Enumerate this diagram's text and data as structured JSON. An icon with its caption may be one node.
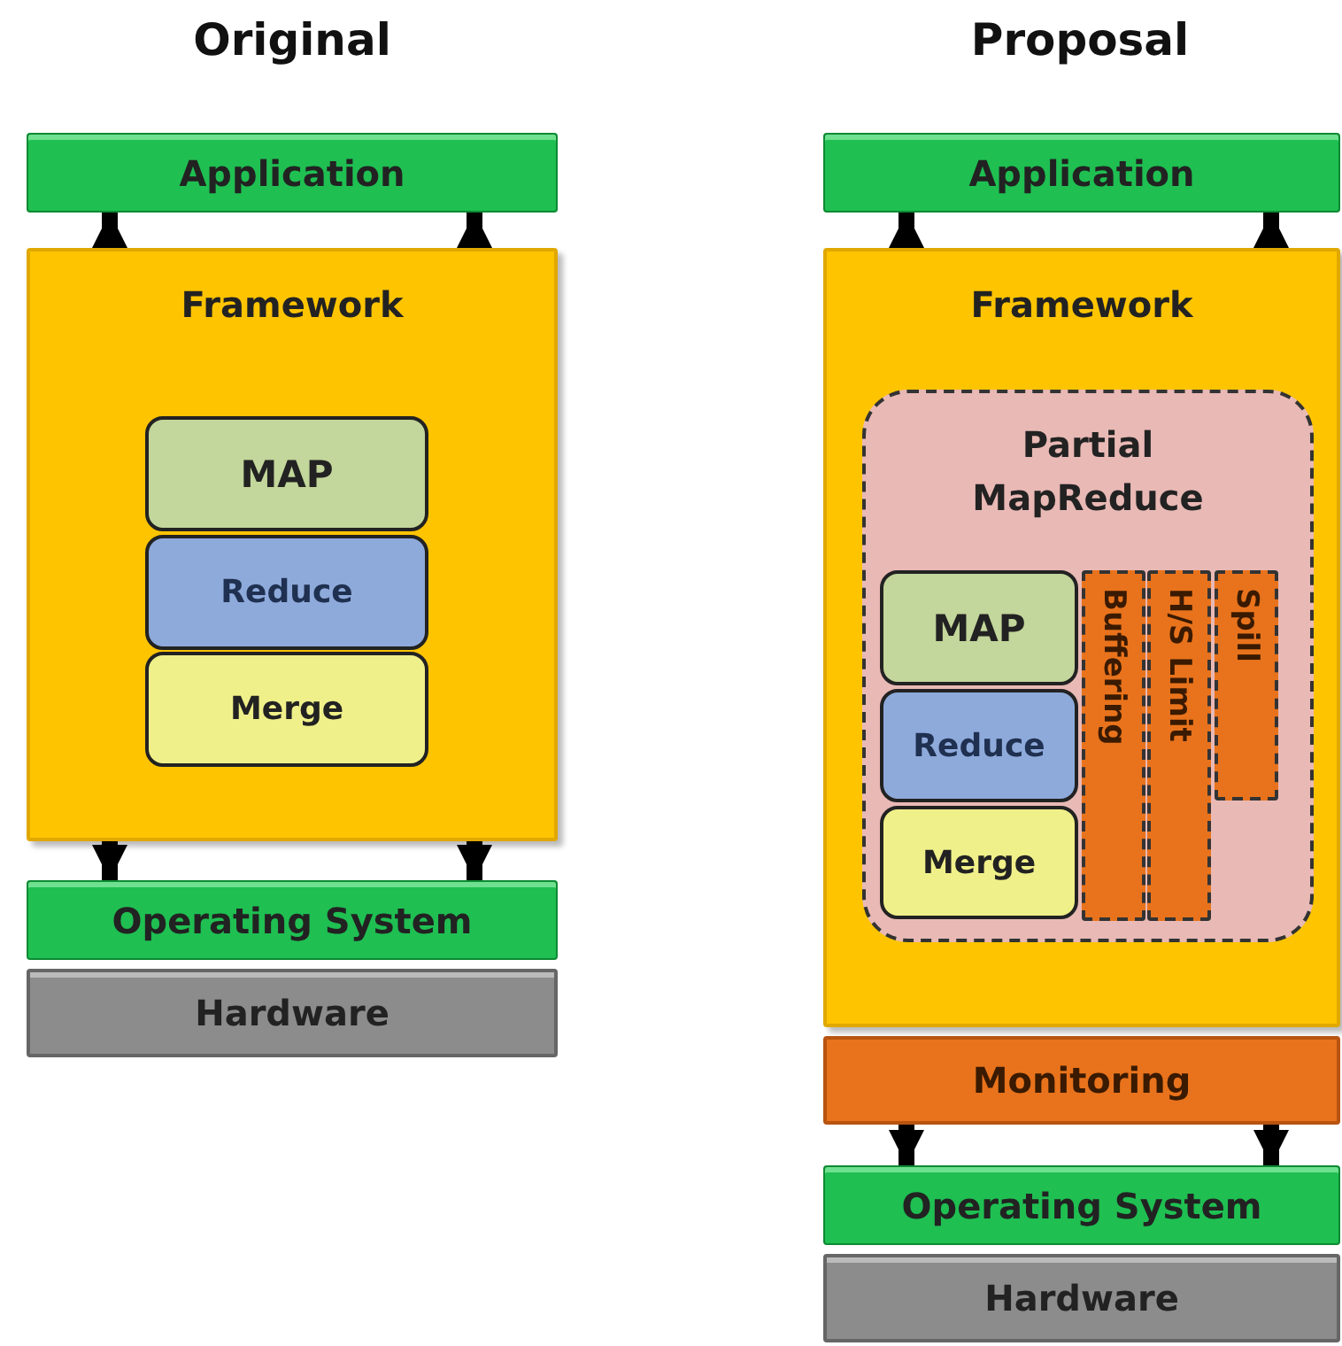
{
  "diagram": {
    "nodes": [
      {
        "text": [
          "Application"
        ]
      },
      {
        "text": [
          "Framework"
        ]
      },
      {
        "text": [
          "MAP"
        ],
        "in": 1
      },
      {
        "text": [
          "Reduce"
        ],
        "in": 1
      },
      {
        "text": [
          "Merge"
        ],
        "in": 1
      },
      {
        "text": [
          "Operating System"
        ]
      },
      {
        "text": [
          "Hardware"
        ]
      },
      {
        "text": [
          "Application"
        ]
      },
      {
        "text": [
          "Framework"
        ]
      },
      {
        "text": [
          "Partial MapReduce"
        ],
        "in": 8
      },
      {
        "text": [
          "MAP"
        ],
        "in": 9
      },
      {
        "text": [
          "Reduce"
        ],
        "in": 9
      },
      {
        "text": [
          "Merge"
        ],
        "in": 9
      },
      {
        "text": [
          "Buffering"
        ],
        "in": 9
      },
      {
        "text": [
          "H/S Limit"
        ],
        "in": 9
      },
      {
        "text": [
          "Spill"
        ],
        "in": 9
      },
      {
        "text": [
          "Monitoring"
        ]
      },
      {
        "text": [
          "Operating System"
        ]
      },
      {
        "text": [
          "Hardware"
        ]
      }
    ],
    "edges": [
      {
        "from": 1,
        "to": 0,
        "arrow": "to"
      },
      {
        "from": 1,
        "to": 0,
        "arrow": "to"
      },
      {
        "from": 1,
        "to": 5,
        "arrow": "to"
      },
      {
        "from": 1,
        "to": 5,
        "arrow": "to"
      },
      {
        "from": 8,
        "to": 7,
        "arrow": "to"
      },
      {
        "from": 8,
        "to": 7,
        "arrow": "to"
      },
      {
        "from": 16,
        "to": 17,
        "arrow": "to"
      },
      {
        "from": 16,
        "to": 17,
        "arrow": "to"
      }
    ],
    "labels": [
      "Original",
      "Proposal"
    ]
  }
}
